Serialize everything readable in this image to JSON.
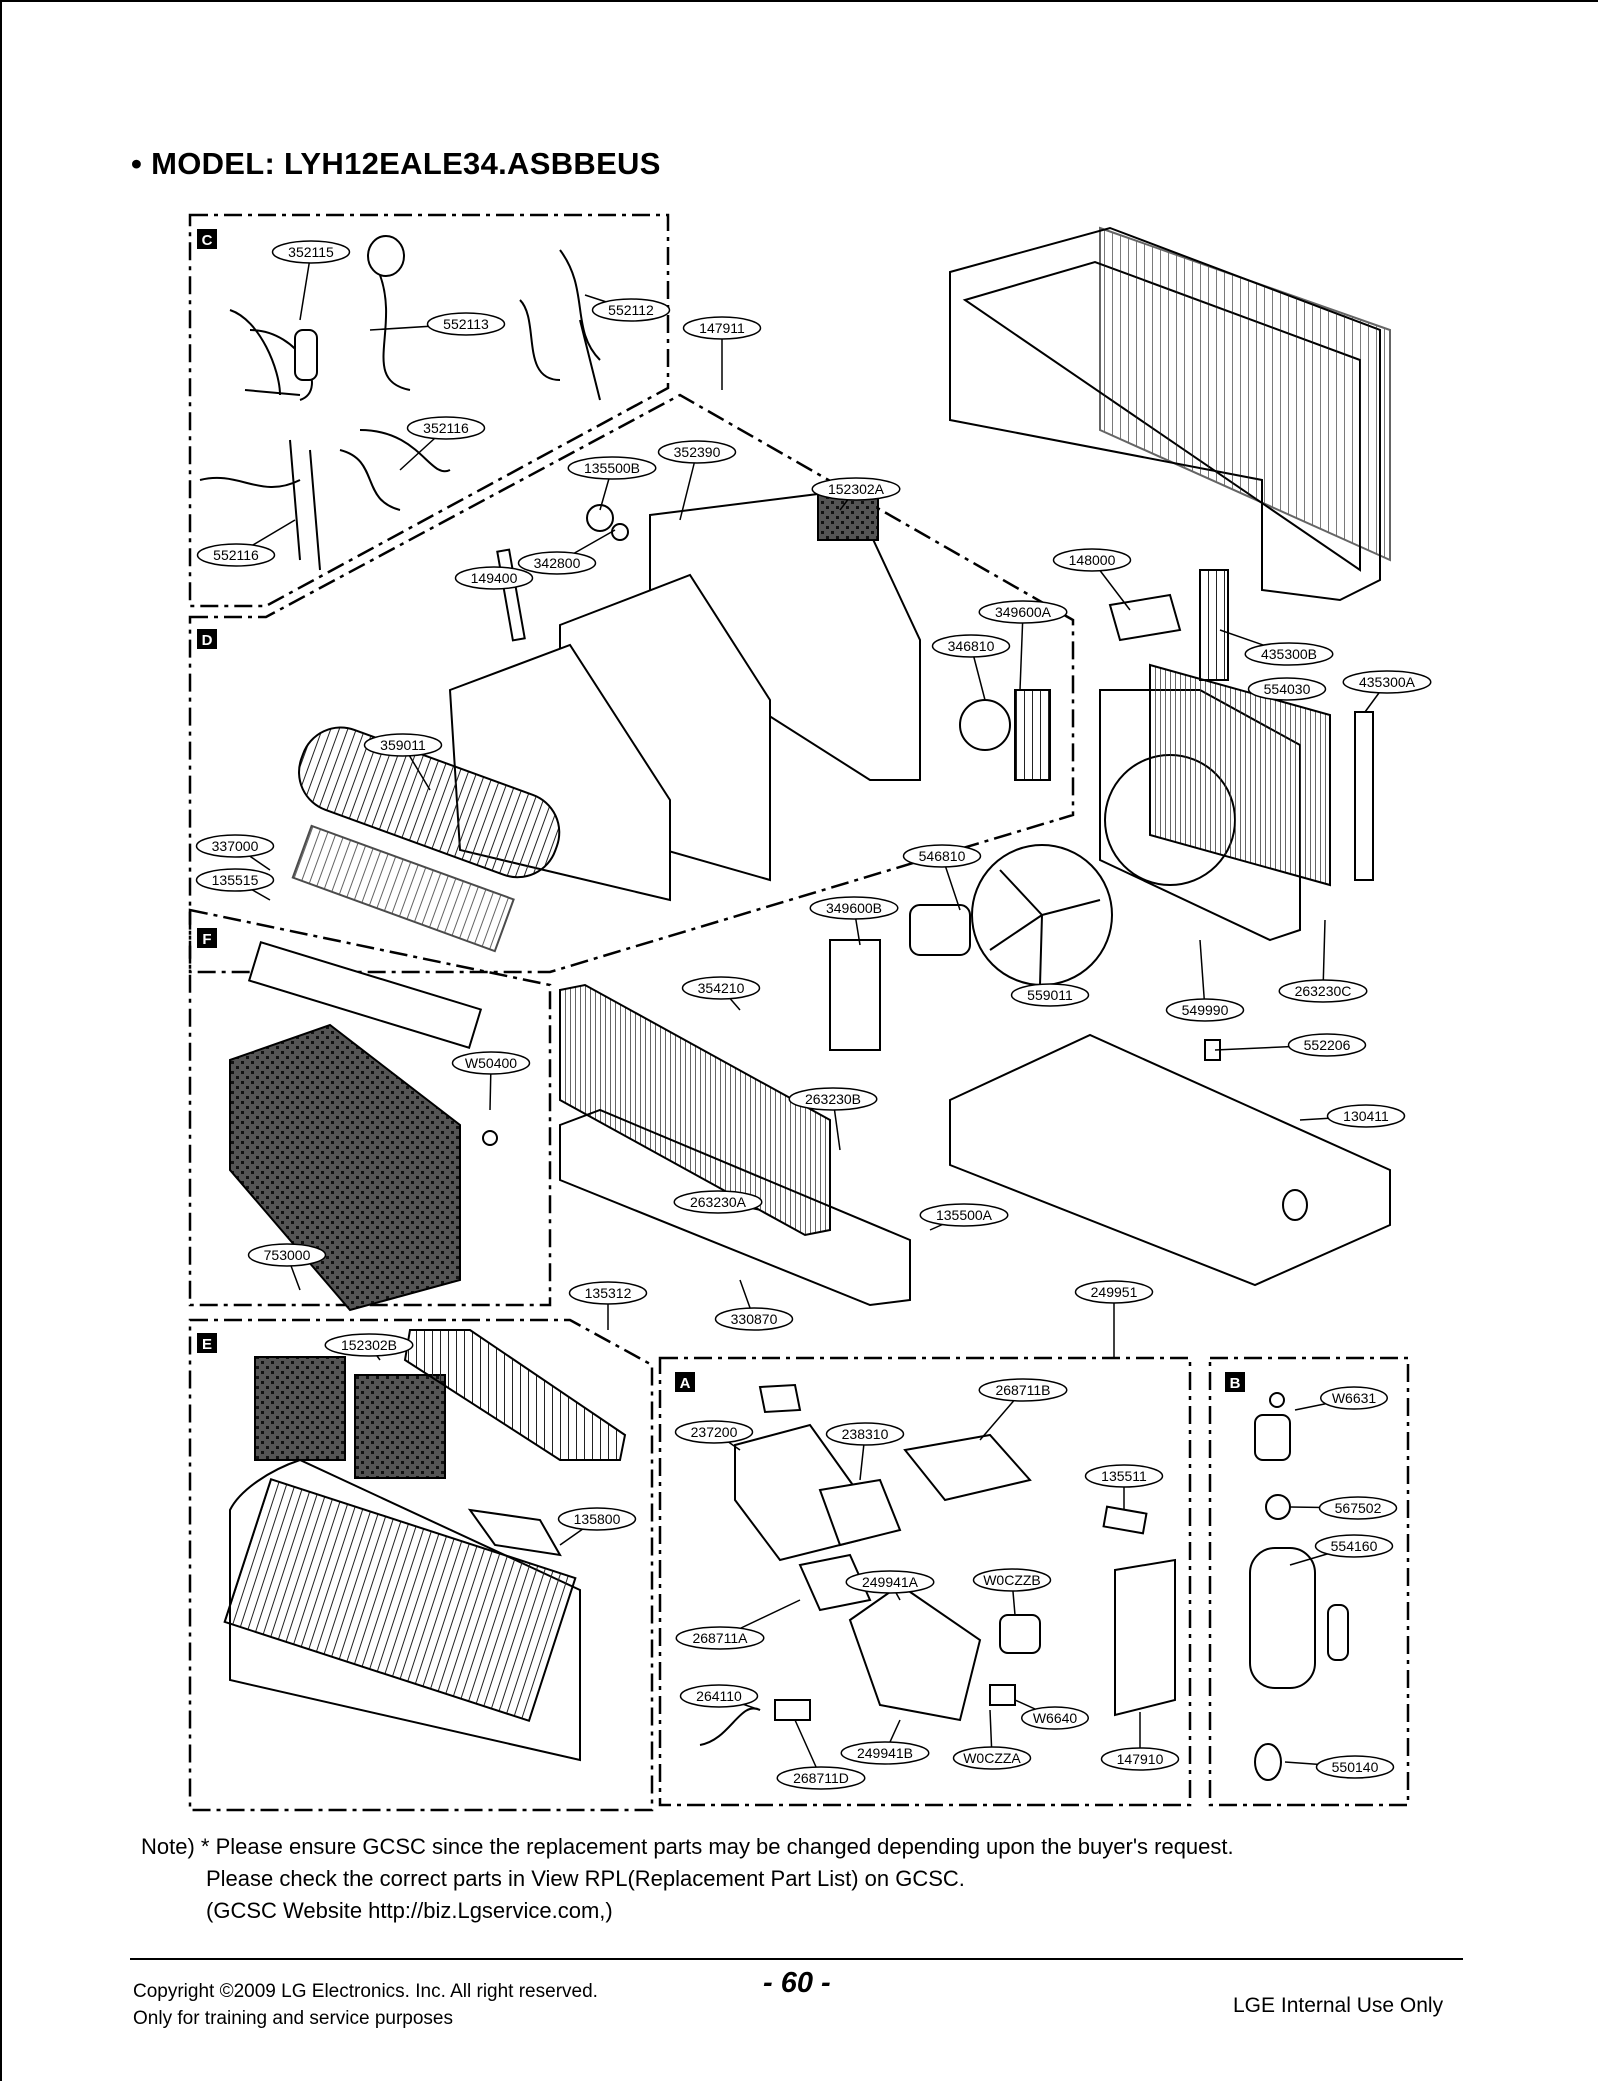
{
  "title": "• MODEL: LYH12EALE34.ASBBEUS",
  "sections": [
    "C",
    "D",
    "F",
    "E",
    "A",
    "B"
  ],
  "part_labels": [
    "352115",
    "552113",
    "552112",
    "147911",
    "352116",
    "135500B",
    "352390",
    "552116",
    "152302A",
    "342800",
    "149400",
    "148000",
    "349600A",
    "346810",
    "435300B",
    "554030",
    "435300A",
    "359011",
    "337000",
    "135515",
    "546810",
    "349600B",
    "354210",
    "W50400",
    "559011",
    "549990",
    "263230C",
    "552206",
    "263230B",
    "130411",
    "263230A",
    "135500A",
    "753000",
    "135312",
    "330870",
    "249951",
    "152302B",
    "268711B",
    "237200",
    "238310",
    "135511",
    "W6631",
    "567502",
    "135800",
    "554160",
    "249941A",
    "W0CZZB",
    "268711A",
    "264110",
    "W6640",
    "249941B",
    "W0CZZA",
    "147910",
    "268711D",
    "550140"
  ],
  "note": {
    "line1": "Note) * Please ensure GCSC since the replacement parts may be changed depending upon the buyer's request.",
    "line2": "Please check  the correct parts in View RPL(Replacement Part List) on GCSC.",
    "line3": "(GCSC Website  http://biz.Lgservice.com,)"
  },
  "footer": {
    "copyright": "Copyright ©2009 LG Electronics. Inc. All right reserved.",
    "training": "Only for training and service purposes",
    "page": "- 60 -",
    "internal": "LGE Internal Use Only"
  }
}
